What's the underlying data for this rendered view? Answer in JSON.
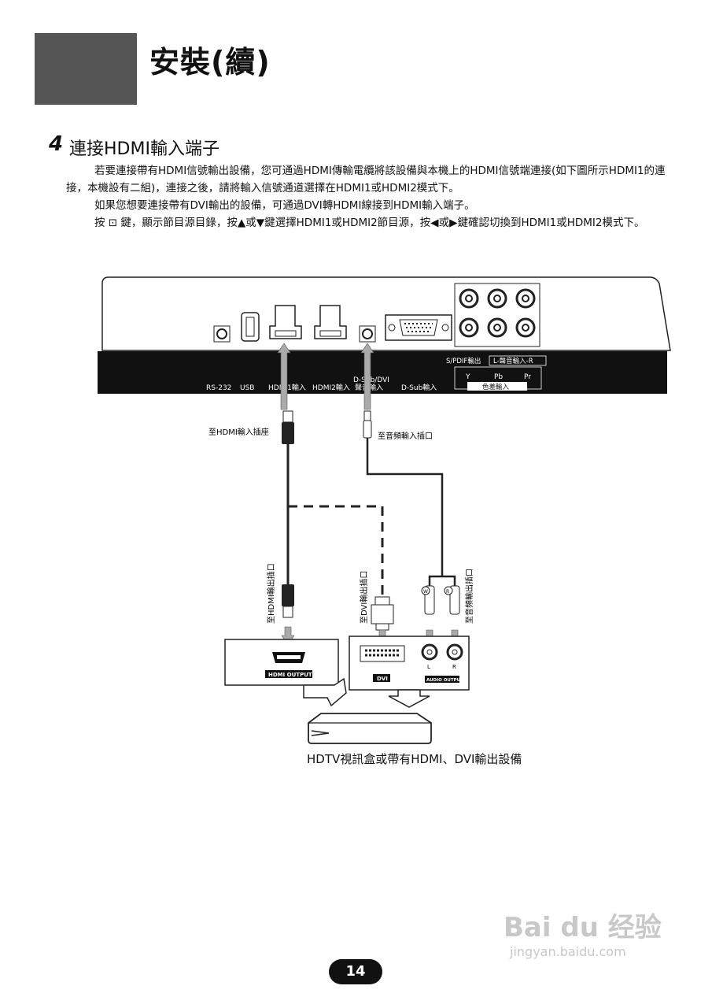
{
  "header": {
    "title": "安裝(續)"
  },
  "section": {
    "number": "4",
    "title": "連接HDMI輸入端子"
  },
  "paragraphs": {
    "p1": "若要連接帶有HDMI信號輸出設備，您可通過HDMI傳輸電纜將該設備與本機上的HDMI信號端連接(如下圖所示HDMI1的連接，本機設有二組)，連接之後，請將輸入信號通道選擇在HDMI1或HDMI2模式下。",
    "p2": "如果您想要連接帶有DVI輸出的設備，可通過DVI轉HDMI線接到HDMI輸入端子。",
    "p3": "按 ⊡ 鍵，顯示節目源目錄，按▲或▼鍵選擇HDMI1或HDMI2節目源，按◀或▶鍵確認切換到HDMI1或HDMI2模式下。"
  },
  "tv_panel": {
    "rs232": "RS-232",
    "usb": "USB",
    "hdmi1": "HDMI1輸入",
    "hdmi2": "HDMI2輸入",
    "dsub_dvi_line1": "D-Sub/DVI",
    "dsub_dvi_line2": "聲音輸入",
    "dsub": "D-Sub輸入",
    "spdif": "S/PDIF輸出",
    "audio_in": "L-聲音輸入-R",
    "y": "Y",
    "pb": "Pb",
    "pr": "Pr",
    "component": "色差輸入"
  },
  "labels": {
    "to_hdmi_input": "至HDMI輸入插座",
    "to_audio_input": "至音頻輸入插口",
    "to_hdmi_output": "至HDMI輸出插口",
    "to_dvi_output": "至DVI輸出插口",
    "to_audio_output": "至音頻輸出插口",
    "hdmi_output": "HDMI OUTPUT",
    "dvi": "DVI",
    "audio_output": "AUDIO OUTPUT",
    "l": "L",
    "r": "R",
    "w": "W",
    "r_plug": "R"
  },
  "caption": "HDTV視訊盒或帶有HDMI、DVI輸出設備",
  "watermark": {
    "main": "Bai du 经验",
    "sub": "jingyan.baidu.com"
  },
  "page_number": "14"
}
